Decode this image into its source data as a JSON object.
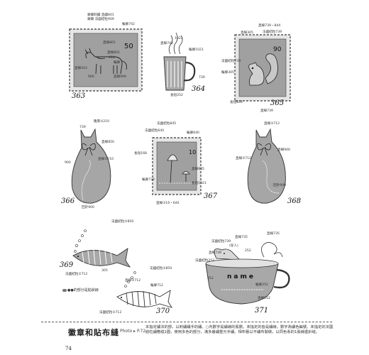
{
  "labels": {
    "l1": "鎖鍊刺繡 直繡801",
    "l2": "鎖鍊 法國結粒909",
    "l3": "輪廓742",
    "l4": "直線801",
    "l5": "直線801",
    "l6": "直線414",
    "l7": "414",
    "l8": "輪廓",
    "l9": "900",
    "l10": "直線909",
    "l11": "1021",
    "l12": "直線742",
    "l13": "輪廓1021",
    "l14": "739",
    "l15": "長短252",
    "l16": "直線739・844",
    "l17": "法國結粒739",
    "l18": "直線305",
    "l19": "法國結粒739",
    "l20": "輪廓305",
    "l21": "長短844",
    "l22": "直線739",
    "l23": "雛菊②210",
    "l24": "739",
    "l25": "直線850",
    "l26": "直線②210",
    "l27": "900",
    "l28": "回針900",
    "l29": "法國結粒845",
    "l30": "法國結粒640",
    "l31": "輪廓640",
    "l32": "長短168",
    "l33": "輪廓734",
    "l34": "直線845",
    "l35": "長短1021",
    "l36": "直線②16・640",
    "l37": "直線②712",
    "l38": "直線900",
    "l39": "直線②712",
    "l40": "回針900",
    "l41": "法國結粒②850",
    "l42": "法國結粒②712",
    "l43": "305",
    "l44": "法國結粒②850",
    "l45": "直線②712",
    "l46": "輪廓712",
    "l47": "法國結粒②712",
    "l48": "直線735",
    "l49": "法國結粒739",
    "l50": "直線739",
    "l51": "(穿入)",
    "l52": "直線735",
    "l53": "法國結粒252",
    "l54": "252",
    "l55": "252",
    "l56": "輪廓252",
    "l57": "直線252"
  },
  "panels": {
    "p363": {
      "number": "363",
      "stamp": "50",
      "word": ""
    },
    "p364": {
      "number": "364"
    },
    "p365": {
      "number": "365",
      "stamp": "90"
    },
    "p366": {
      "number": "366"
    },
    "p367": {
      "number": "367",
      "stamp": "10"
    },
    "p368": {
      "number": "368"
    },
    "p369": {
      "number": "369"
    },
    "p370": {
      "number": "370"
    },
    "p371": {
      "number": "371",
      "word": "name"
    }
  },
  "note370": "●●的部分是點狀線",
  "footer": {
    "title": "徽章和貼布縫",
    "photo_ref": "Photo ▸ P.72",
    "description": "本指定繡法的部，以刺繡繡手的繡。○內數字是繡線的股數。未指定的皆是繡線。數字為繡色編號。未指定的法國結粒繡應繞1圈，使用多色的部分，滿多番繡重光手繡。相布藝以不繡布製做，以同色系的1股線邊針縫。",
    "page_number": "74"
  }
}
